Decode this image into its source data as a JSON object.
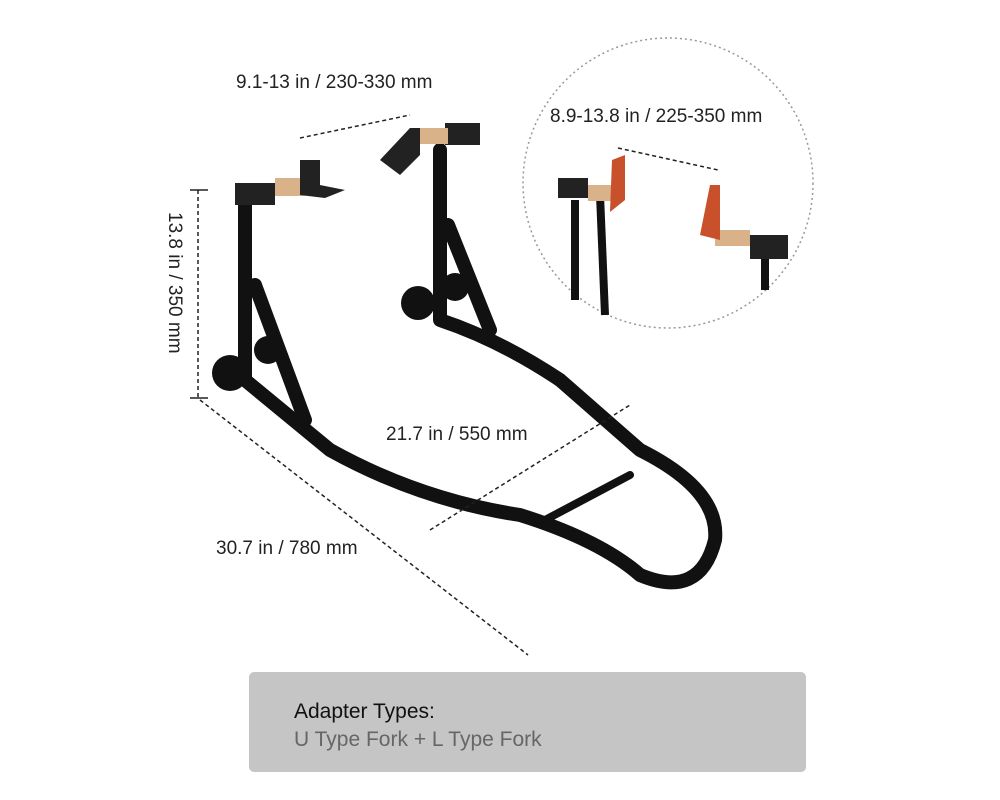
{
  "dimensions": {
    "adapter_spacing_u": "9.1-13 in / 230-330 mm",
    "adapter_spacing_l": "8.9-13.8 in / 225-350 mm",
    "height": "13.8 in / 350 mm",
    "width": "21.7 in / 550 mm",
    "length": "30.7 in / 780 mm"
  },
  "adapter_box": {
    "title": "Adapter Types:",
    "text": "U Type Fork + L Type Fork"
  },
  "colors": {
    "frame": "#111111",
    "adapter": "#c8502a",
    "box": "#c5c5c5"
  }
}
